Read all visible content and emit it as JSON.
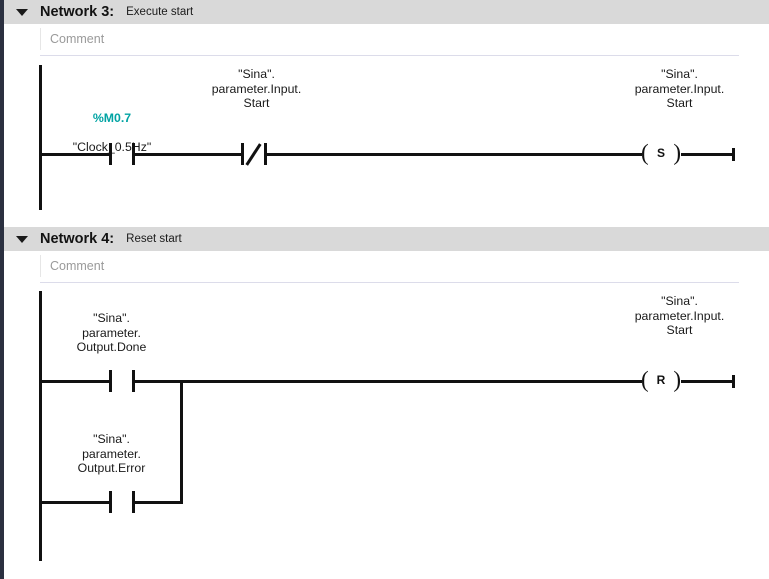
{
  "networks": [
    {
      "toggle_icon": "triangle-down-icon",
      "title": "Network 3:",
      "subtitle": "Execute start",
      "comment_placeholder": "Comment",
      "rungs": [
        {
          "elements": [
            {
              "kind": "contact-no",
              "label": "",
              "address": "%M0.7",
              "symbol": "\"Clock_0.5Hz\""
            },
            {
              "kind": "contact-nc",
              "label": "\"Sina\".\nparameter.Input.\nStart"
            },
            {
              "kind": "coil-set",
              "letter": "S",
              "label": "\"Sina\".\nparameter.Input.\nStart"
            }
          ]
        }
      ]
    },
    {
      "toggle_icon": "triangle-down-icon",
      "title": "Network 4:",
      "subtitle": "Reset start",
      "comment_placeholder": "Comment",
      "rungs": [
        {
          "elements": [
            {
              "kind": "contact-no",
              "label": "\"Sina\".\nparameter.\nOutput.Done"
            },
            {
              "kind": "coil-reset",
              "letter": "R",
              "label": "\"Sina\".\nparameter.Input.\nStart"
            }
          ]
        },
        {
          "elements": [
            {
              "kind": "contact-no",
              "label": "\"Sina\".\nparameter.\nOutput.Error"
            }
          ]
        }
      ]
    }
  ],
  "colors": {
    "header_bg": "#d9d9d9",
    "address_text": "#00a3a3",
    "comment_text": "#9a9a9a",
    "wire": "#111111",
    "left_border": "#2b3040"
  }
}
